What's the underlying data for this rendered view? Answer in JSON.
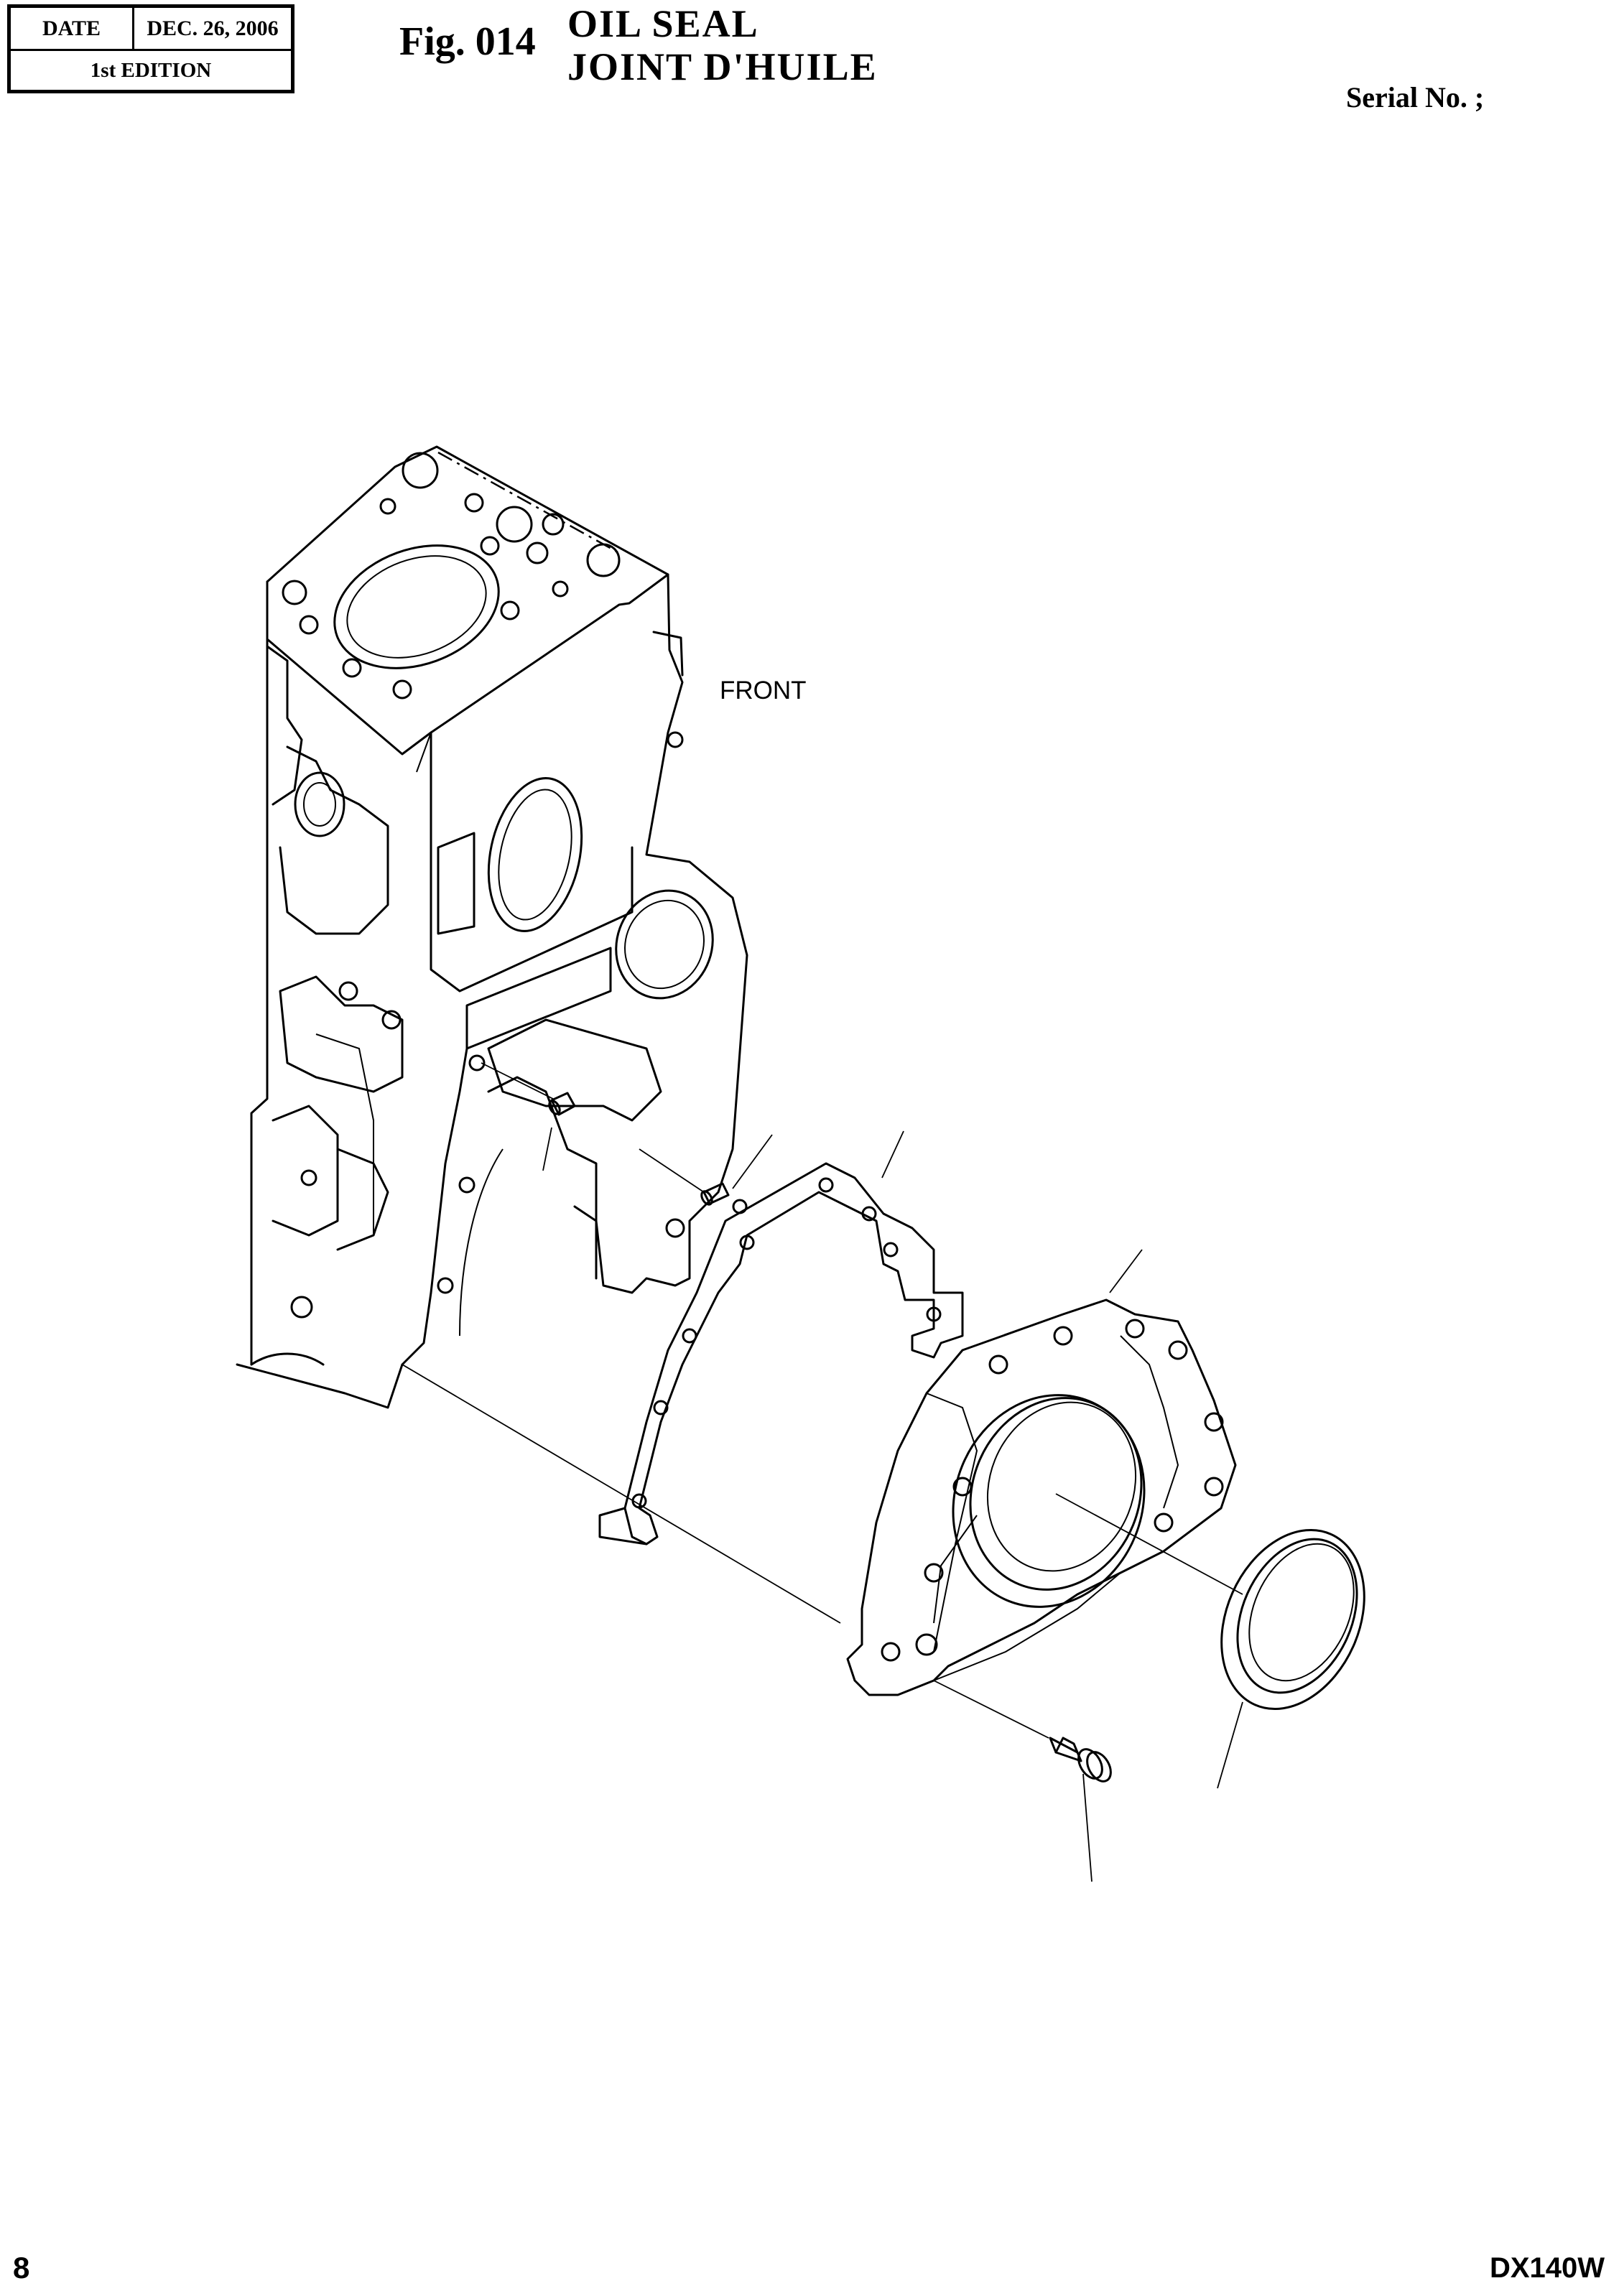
{
  "header": {
    "date_label": "DATE",
    "date_value": "DEC. 26, 2006",
    "edition": "1st EDITION",
    "fig_number": "Fig. 014",
    "title_en": "OIL  SEAL",
    "title_fr": "JOINT  D'HUILE",
    "serial": "Serial No. ;"
  },
  "diagram": {
    "front_label": "FRONT",
    "parts": [
      "engine-block",
      "dowel-pin",
      "gasket",
      "seal-housing",
      "bolt",
      "oil-seal"
    ]
  },
  "footer": {
    "page": "8",
    "model": "DX140W"
  }
}
